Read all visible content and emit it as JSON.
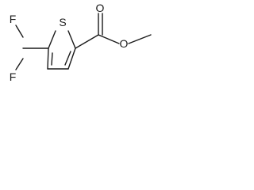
{
  "molecule": {
    "atoms": {
      "F_top": "F",
      "F_bottom": "F",
      "S_ring": "S",
      "O_carbonyl": "O",
      "O_ester": "O"
    }
  }
}
